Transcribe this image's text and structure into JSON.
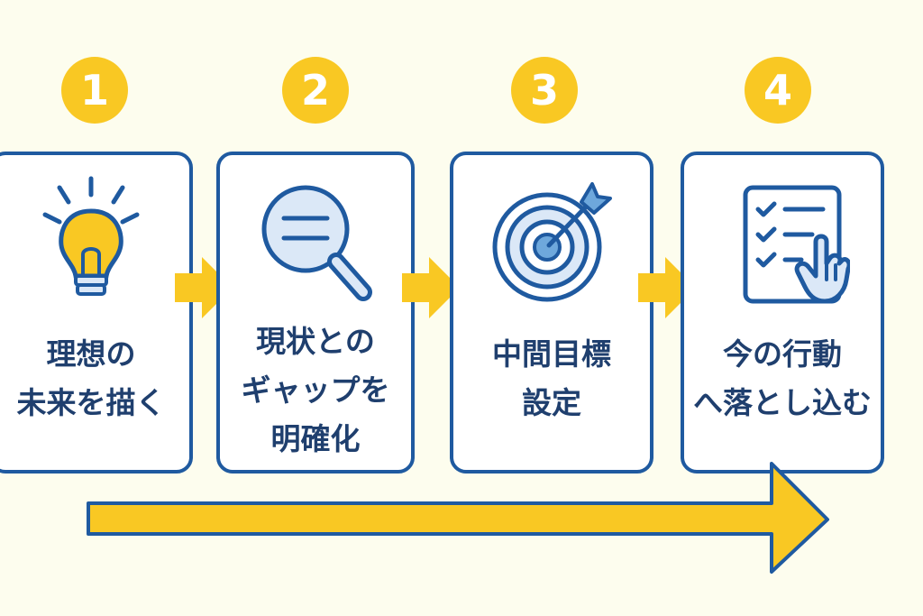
{
  "steps": [
    {
      "number": "1",
      "lines": [
        "理想の",
        "未来を描く"
      ],
      "icon": "lightbulb-icon"
    },
    {
      "number": "2",
      "lines": [
        "現状との",
        "ギャップを",
        "明確化"
      ],
      "icon": "magnifier-icon"
    },
    {
      "number": "3",
      "lines": [
        "中間目標",
        "設定"
      ],
      "icon": "target-icon"
    },
    {
      "number": "4",
      "lines": [
        "今の行動",
        "へ落とし込む"
      ],
      "icon": "checklist-icon"
    }
  ],
  "colors": {
    "accent": "#f9c823",
    "outline": "#1f5aa0",
    "icon_fill": "#dbe8f7",
    "text": "#1f3f6e"
  }
}
